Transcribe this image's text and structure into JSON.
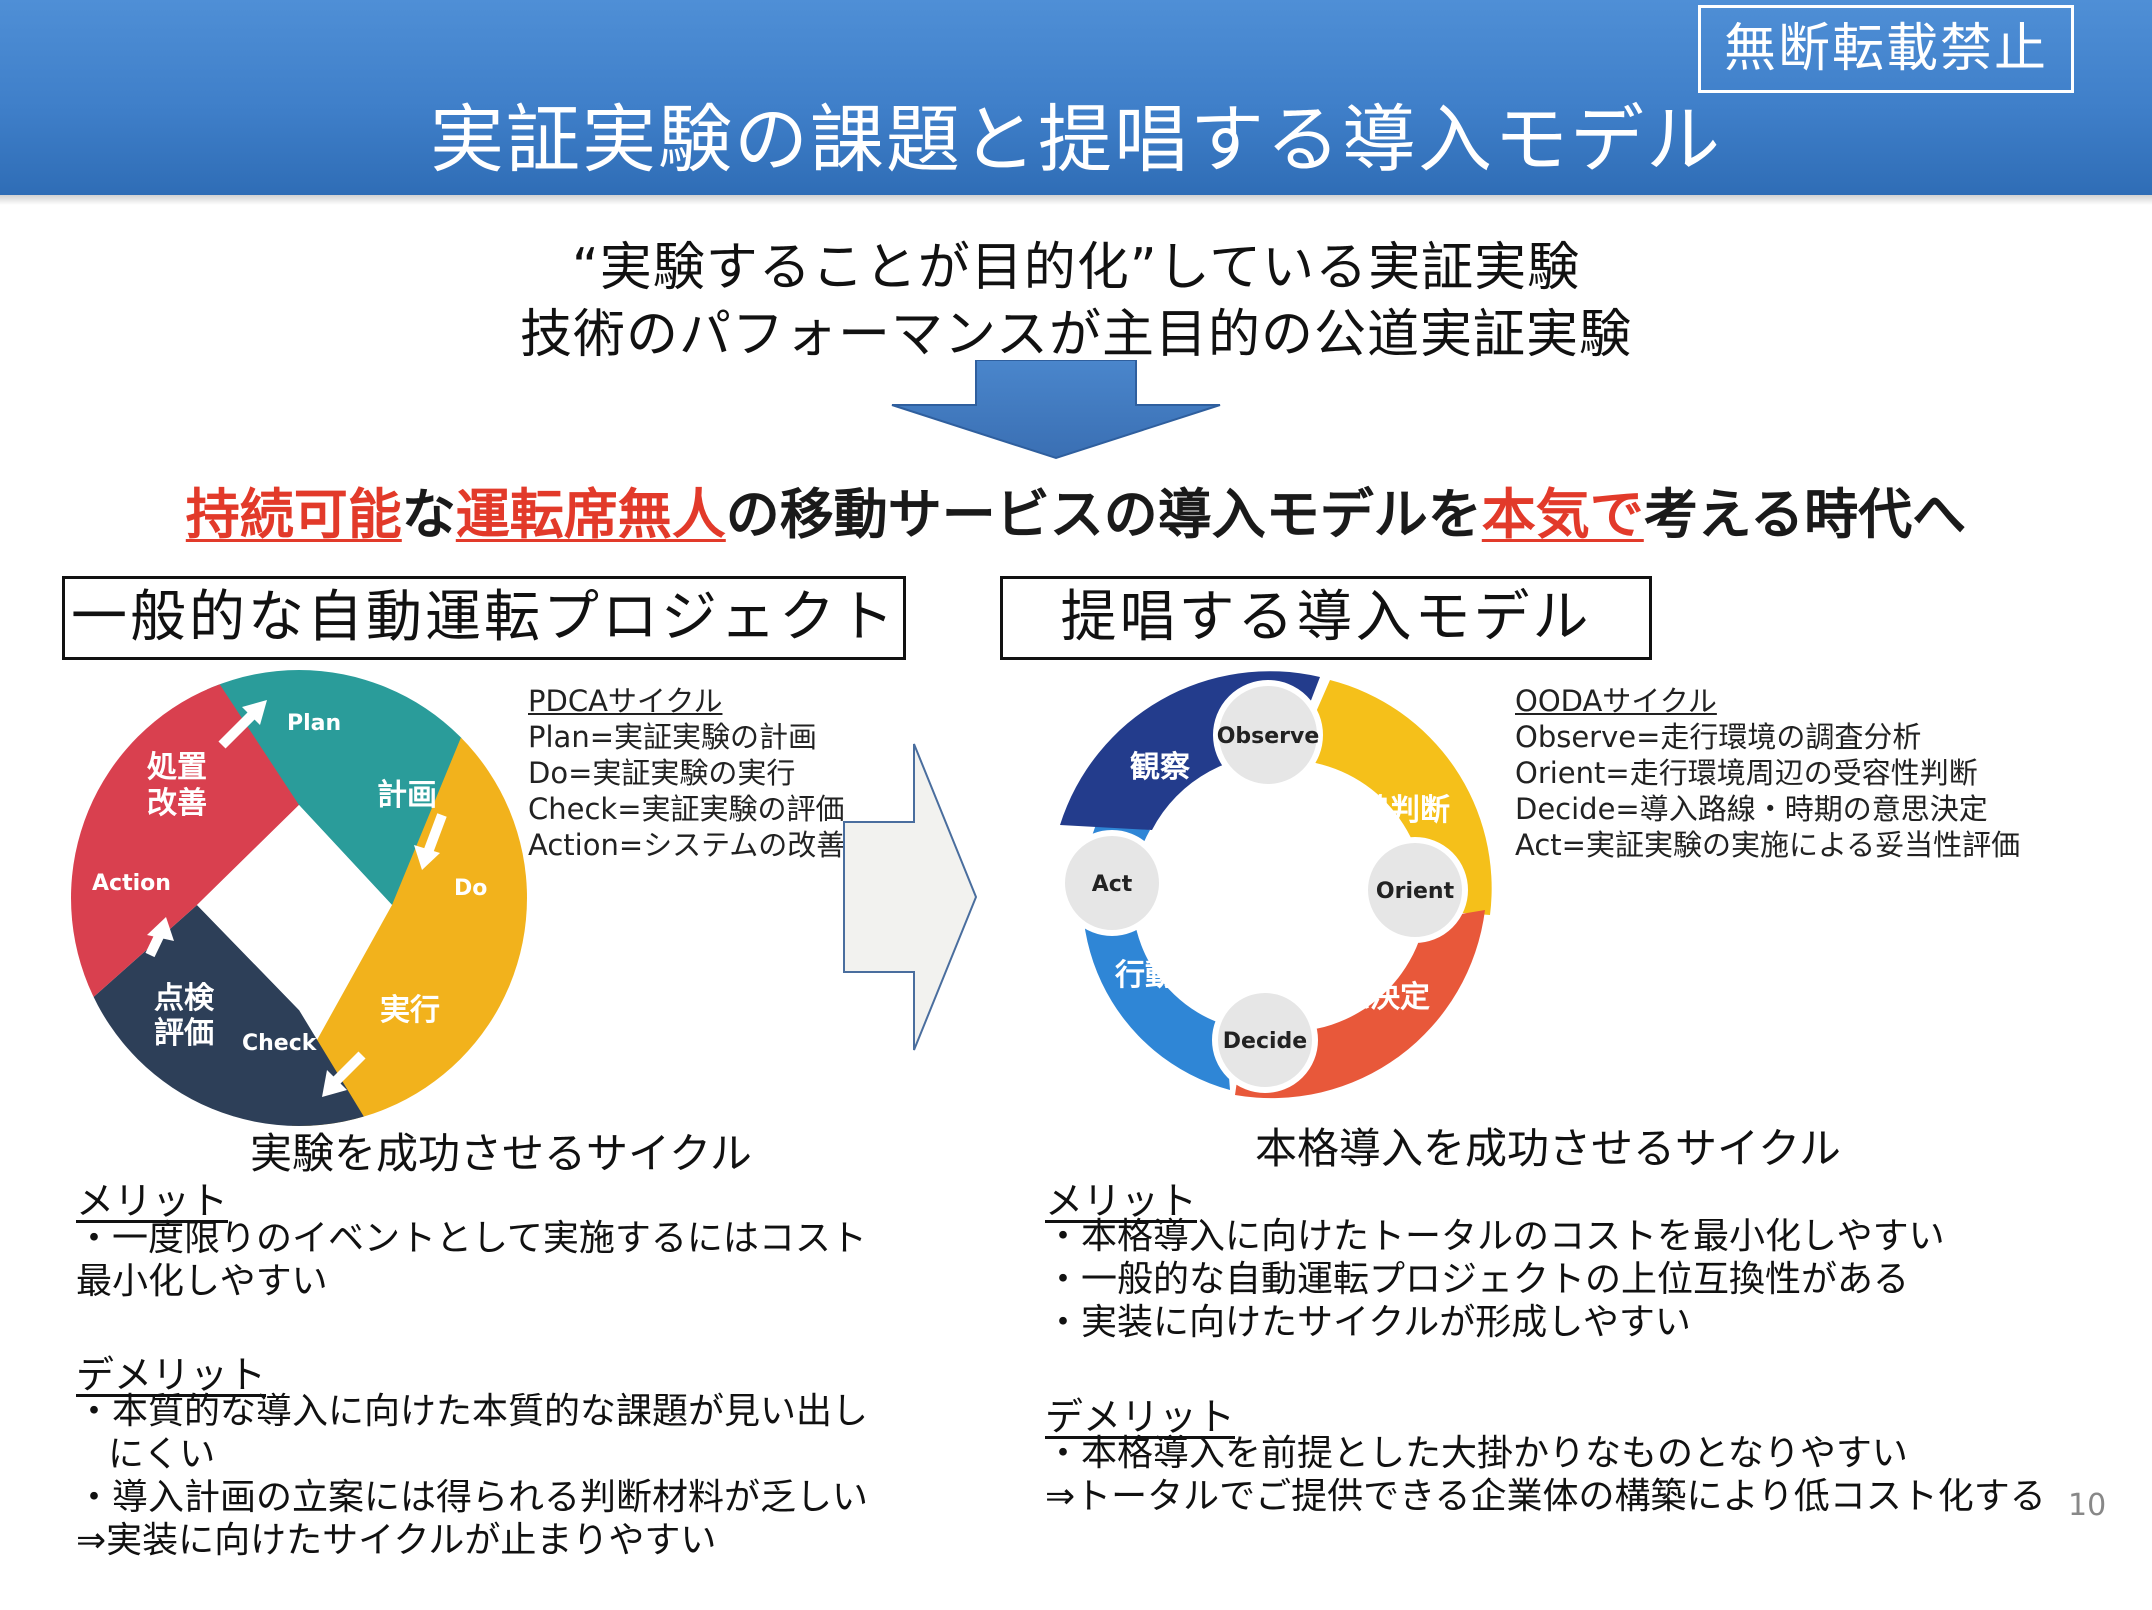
{
  "header": {
    "title": "実証実験の課題と提唱する導入モデル",
    "badge": "無断転載禁止"
  },
  "intro": {
    "line1": "“実験することが目的化”している実証実験",
    "line2": "技術のパフォーマンスが主目的の公道実証実験"
  },
  "headline": {
    "p1": "持続可能",
    "p2": "な",
    "p3": "運転席無人",
    "p4": "の移動サービスの導入モデルを",
    "p5": "本気で",
    "p6": "考える時代へ"
  },
  "left": {
    "box_title": "一般的な自動運転プロジェクト",
    "cycle": {
      "plan_en": "Plan",
      "plan_jp": "計画",
      "do_en": "Do",
      "do_jp": "実行",
      "check_en": "Check",
      "check_jp_1": "点検",
      "check_jp_2": "評価",
      "action_en": "Action",
      "action_jp_1": "処置",
      "action_jp_2": "改善",
      "colors": {
        "plan": "#2a9c9a",
        "do": "#f2b21c",
        "check": "#2d3f58",
        "action": "#d9404f"
      }
    },
    "legend": {
      "title": "PDCAサイクル",
      "l1": "Plan=実証実験の計画",
      "l2": "Do=実証実験の実行",
      "l3": "Check=実証実験の評価",
      "l4": "Action=システムの改善"
    },
    "caption": "実験を成功させるサイクル",
    "merit_title": "メリット",
    "merit_1a": "・一度限りのイベントとして実施するにはコスト",
    "merit_1b": "最小化しやすい",
    "demerit_title": "デメリット",
    "demerit_1a": "・本質的な導入に向けた本質的な課題が見い出し",
    "demerit_1b": "にくい",
    "demerit_2": "・導入計画の立案には得られる判断材料が乏しい",
    "demerit_3": "⇒実装に向けたサイクルが止まりやすい"
  },
  "right": {
    "box_title": "提唱する導入モデル",
    "cycle": {
      "observe_en": "Observe",
      "observe_jp": "観察",
      "orient_en": "Orient",
      "orient_jp": "情勢判断",
      "decide_en": "Decide",
      "decide_jp": "意志決定",
      "act_en": "Act",
      "act_jp": "行動",
      "colors": {
        "observe": "#233c8c",
        "orient": "#f5c01a",
        "decide": "#e8583a",
        "act": "#2f86d6"
      }
    },
    "legend": {
      "title": "OODAサイクル",
      "l1": "Observe=走行環境の調査分析",
      "l2": "Orient=走行環境周辺の受容性判断",
      "l3": "Decide=導入路線・時期の意思決定",
      "l4": "Act=実証実験の実施による妥当性評価"
    },
    "caption": "本格導入を成功させるサイクル",
    "merit_title": "メリット",
    "merit_1": "・本格導入に向けたトータルのコストを最小化しやすい",
    "merit_2": "・一般的な自動運転プロジェクトの上位互換性がある",
    "merit_3": "・実装に向けたサイクルが形成しやすい",
    "demerit_title": "デメリット",
    "demerit_1": "・本格導入を前提とした大掛かりなものとなりやすい",
    "demerit_2": "⇒トータルでご提供できる企業体の構築により低コスト化する"
  },
  "page_number": "10"
}
